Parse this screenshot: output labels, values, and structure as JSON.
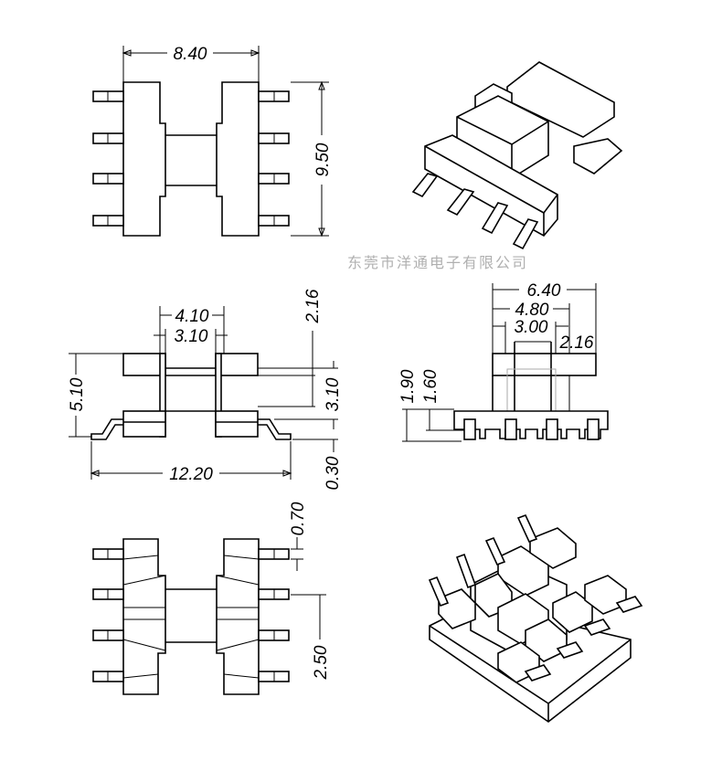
{
  "watermark": "东莞市洋通电子有限公司",
  "top_view": {
    "width": "8.40",
    "height": "9.50"
  },
  "side_view": {
    "inner_outer": "4.10",
    "inner": "3.10",
    "height": "5.10",
    "overall_length": "12.20",
    "top_offset": "2.16",
    "gap": "3.10",
    "pin_thickness": "0.30"
  },
  "end_view": {
    "overall": "6.40",
    "flange": "4.80",
    "core": "3.00",
    "slot": "2.16",
    "base_height": "1.90",
    "pin_height": "1.60"
  },
  "bottom_view": {
    "pin_width": "0.70",
    "pitch": "2.50"
  }
}
